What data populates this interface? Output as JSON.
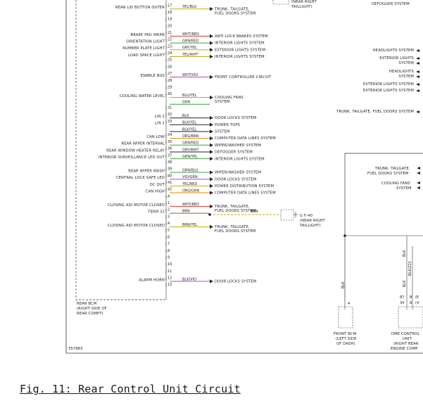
{
  "connector_left": {
    "module_label": [
      "REAR BCM",
      "(RIGHT SIDE OF",
      "REAR COMPT)"
    ],
    "rows": [
      {
        "pin": "17",
        "signal": "REAR LID BUTTON OUTER",
        "wire": "YEL/BLU",
        "wire_color": "#c8a800",
        "dest": [
          "TRUNK, TAILGATE,",
          "FUEL DOORS SYSTEM"
        ]
      },
      {
        "pin": "18",
        "signal": "",
        "wire": "",
        "dest": []
      },
      {
        "pin": "19",
        "signal": "",
        "wire": "",
        "dest": []
      },
      {
        "pin": "20",
        "signal": "",
        "wire": "",
        "dest": []
      },
      {
        "pin": "21",
        "signal": "BRAKE PAD WEAR",
        "wire": "WHT/RED",
        "wire_color": "#e03030",
        "dest": [
          "ANTI-LOCK BRAKES SYSTEM"
        ]
      },
      {
        "pin": "22",
        "signal": "ORIENTATION LIGHT",
        "wire": "GRN/RED",
        "wire_color": "#3aa33a",
        "dest": [
          "INTERIOR LIGHTS SYSTEM"
        ]
      },
      {
        "pin": "23",
        "signal": "NUMBER PLATE LIGHT",
        "wire": "GRY/YEL",
        "wire_color": "#c8a800",
        "dest": [
          "EXTERIOR LIGHTS SYSTEM"
        ]
      },
      {
        "pin": "24",
        "signal": "LOAD SPACE LIGHT",
        "wire": "YEL/WHT",
        "wire_color": "#c8a800",
        "dest": [
          "INTERIOR LIGHTS SYSTEM"
        ]
      },
      {
        "pin": "25",
        "signal": "",
        "wire": "",
        "dest": []
      },
      {
        "pin": "26",
        "signal": "",
        "wire": "",
        "dest": []
      },
      {
        "pin": "27",
        "signal": "ENABLE BUS",
        "wire": "WHT/VIO",
        "wire_color": "#c040c0",
        "dest": [
          "FRONT CONTROLLER CIRCUIT"
        ]
      },
      {
        "pin": "28",
        "signal": "",
        "wire": "",
        "dest": []
      },
      {
        "pin": "29",
        "signal": "",
        "wire": "",
        "dest": []
      },
      {
        "pin": "30",
        "signal": "COOLING WATER LEVEL",
        "wire": "BLU/YEL",
        "wire_color": "#c8a800",
        "dest": [
          "COOLING FANS",
          "SYSTEM"
        ]
      },
      {
        "pin": "",
        "signal": "",
        "wire": "GRN",
        "wire_color": "#3aa33a",
        "dest": []
      },
      {
        "pin": "31",
        "signal": "",
        "wire": "",
        "dest": []
      },
      {
        "pin": "32",
        "signal": "LIN 2",
        "wire": "BLK",
        "dest": [
          "DOOR LOCKS SYSTEM"
        ]
      },
      {
        "pin": "33",
        "signal": "LIN 1",
        "wire": "BLK/YEL",
        "dest": [
          "POWER TOPS"
        ]
      },
      {
        "pin": "",
        "signal": "",
        "wire": "BLK/YEL",
        "dest": [
          "SYSTEM"
        ]
      },
      {
        "pin": "34",
        "signal": "CAN LOW",
        "wire": "ORG/BRN",
        "wire_color": "#e08a00",
        "dest": [
          "COMPUTER DATA LINES SYSTEM"
        ]
      },
      {
        "pin": "35",
        "signal": "REAR WIPER INTERVAL",
        "wire": "GRN/RED",
        "wire_color": "#3aa33a",
        "dest": [
          "WIPER/WASHER SYSTEM"
        ]
      },
      {
        "pin": "36",
        "signal": "REAR WINDOW HEATER RELAY",
        "wire": "GRY/WHT",
        "dest": [
          "DEFOGGER SYSTEM"
        ]
      },
      {
        "pin": "37",
        "signal": "INTERIOR SURVEILLANCE LED OUT",
        "wire": "GRN/YEL",
        "wire_color": "#3aa33a",
        "dest": [
          "INTERIOR LIGHTS SYSTEM"
        ]
      },
      {
        "pin": "38",
        "signal": "",
        "wire": "",
        "dest": []
      },
      {
        "pin": "39",
        "signal": "REAR WIPER WASH",
        "wire": "GRN/BLU",
        "wire_color": "#3aa33a",
        "dest": [
          "WIPER/WASHER SYSTEM"
        ]
      },
      {
        "pin": "40",
        "signal": "CENTRAL LOCK SAFE LED",
        "wire": "VIO/GRN",
        "wire_color": "#c040c0",
        "dest": [
          "DOOR LOCKS SYSTEM"
        ]
      },
      {
        "pin": "41",
        "signal": "DC OUT",
        "wire": "YEL/RED",
        "wire_color": "#c8a800",
        "dest": [
          "POWER DISTRIBUTION SYSTEM"
        ]
      },
      {
        "pin": "42",
        "signal": "CAN HIGH",
        "wire": "ORG/GRN",
        "wire_color": "#e08a00",
        "dest": [
          "COMPUTER DATA LINES SYSTEM"
        ]
      },
      {
        "pin": "A",
        "signal": "",
        "wire": "",
        "dest": []
      },
      {
        "pin": "1",
        "signal": "CLOSING AID MOTOR CLOSED",
        "wire": "WHT/RED",
        "wire_color": "#e03030",
        "dest": [
          "TRUNK, TAILGATE,",
          "FUEL DOORS SYSTEM"
        ]
      },
      {
        "pin": "2",
        "signal": "TERM 31",
        "wire": "BRN",
        "wire_color": "#a06020",
        "dest": []
      },
      {
        "pin": "3",
        "signal": "",
        "wire": "",
        "dest": []
      },
      {
        "pin": "4",
        "signal": "CLOSING AID MOTOR CLOSED",
        "wire": "BRN/YEL",
        "wire_color": "#c8a800",
        "dest": [
          "TRUNK, TAILGATE,",
          "FUEL DOORS SYSTEM"
        ]
      },
      {
        "pin": "5",
        "signal": "",
        "wire": "",
        "dest": []
      },
      {
        "pin": "6",
        "signal": "",
        "wire": "",
        "dest": []
      },
      {
        "pin": "7",
        "signal": "",
        "wire": "",
        "dest": []
      },
      {
        "pin": "8",
        "signal": "",
        "wire": "",
        "dest": []
      },
      {
        "pin": "9",
        "signal": "",
        "wire": "",
        "dest": []
      },
      {
        "pin": "10",
        "signal": "",
        "wire": "",
        "dest": []
      },
      {
        "pin": "11",
        "signal": "",
        "wire": "",
        "dest": []
      },
      {
        "pin": "12",
        "signal": "ALARM HORN",
        "wire": "BLK/VIO",
        "wire_color": "#c040c0",
        "dest": [
          "DOOR LOCKS SYSTEM"
        ]
      },
      {
        "pin": "13",
        "signal": "",
        "wire": "",
        "dest": []
      }
    ]
  },
  "ground_branch": {
    "wire": "BRN",
    "ground_label": [
      "G F-40",
      "(NEAR RIGHT",
      "TAILLIGHT)"
    ]
  },
  "top_box_label": [
    "(NEAR RIGHT",
    "TAILLIGHT)"
  ],
  "top_right_label": "DEFOGGER SYSTEM",
  "right_labels": [
    [
      "HEADLIGHTS SYSTEM"
    ],
    [
      "EXTERIOR LIGHTS",
      "SYSTEM"
    ],
    [
      "HEADLIGHTS",
      "SYSTEM"
    ],
    [
      "EXTERIOR LIGHTS SYSTEM"
    ],
    [
      "EXTERIOR LIGHTS SYSTEM"
    ],
    [
      "TRUNK, TAILGATE, FUEL DOORS SYSTEM"
    ]
  ],
  "right_box_labels": [
    [
      "TRUNK, TAILGATE,",
      "FUEL DOORS SYSTEM"
    ],
    [
      "COOLING FANS",
      "SYSTEM"
    ]
  ],
  "front_bcm": {
    "wire": "BLK",
    "label": [
      "FRONT BCM",
      "(LEFT SIDE",
      "OF DASH)"
    ]
  },
  "engine_unit": {
    "wires": [
      "BLK",
      "BLK",
      "BLK/Z22"
    ],
    "pins": [
      "87",
      "B",
      "(E",
      "34",
      "A",
      "(4"
    ],
    "label": [
      "DME CONTROL",
      "UNIT",
      "(RIGHT REAR",
      "ENGINE COMP"
    ]
  },
  "figure_id": "357883",
  "caption": "Fig. 11: Rear Control Unit Circuit"
}
